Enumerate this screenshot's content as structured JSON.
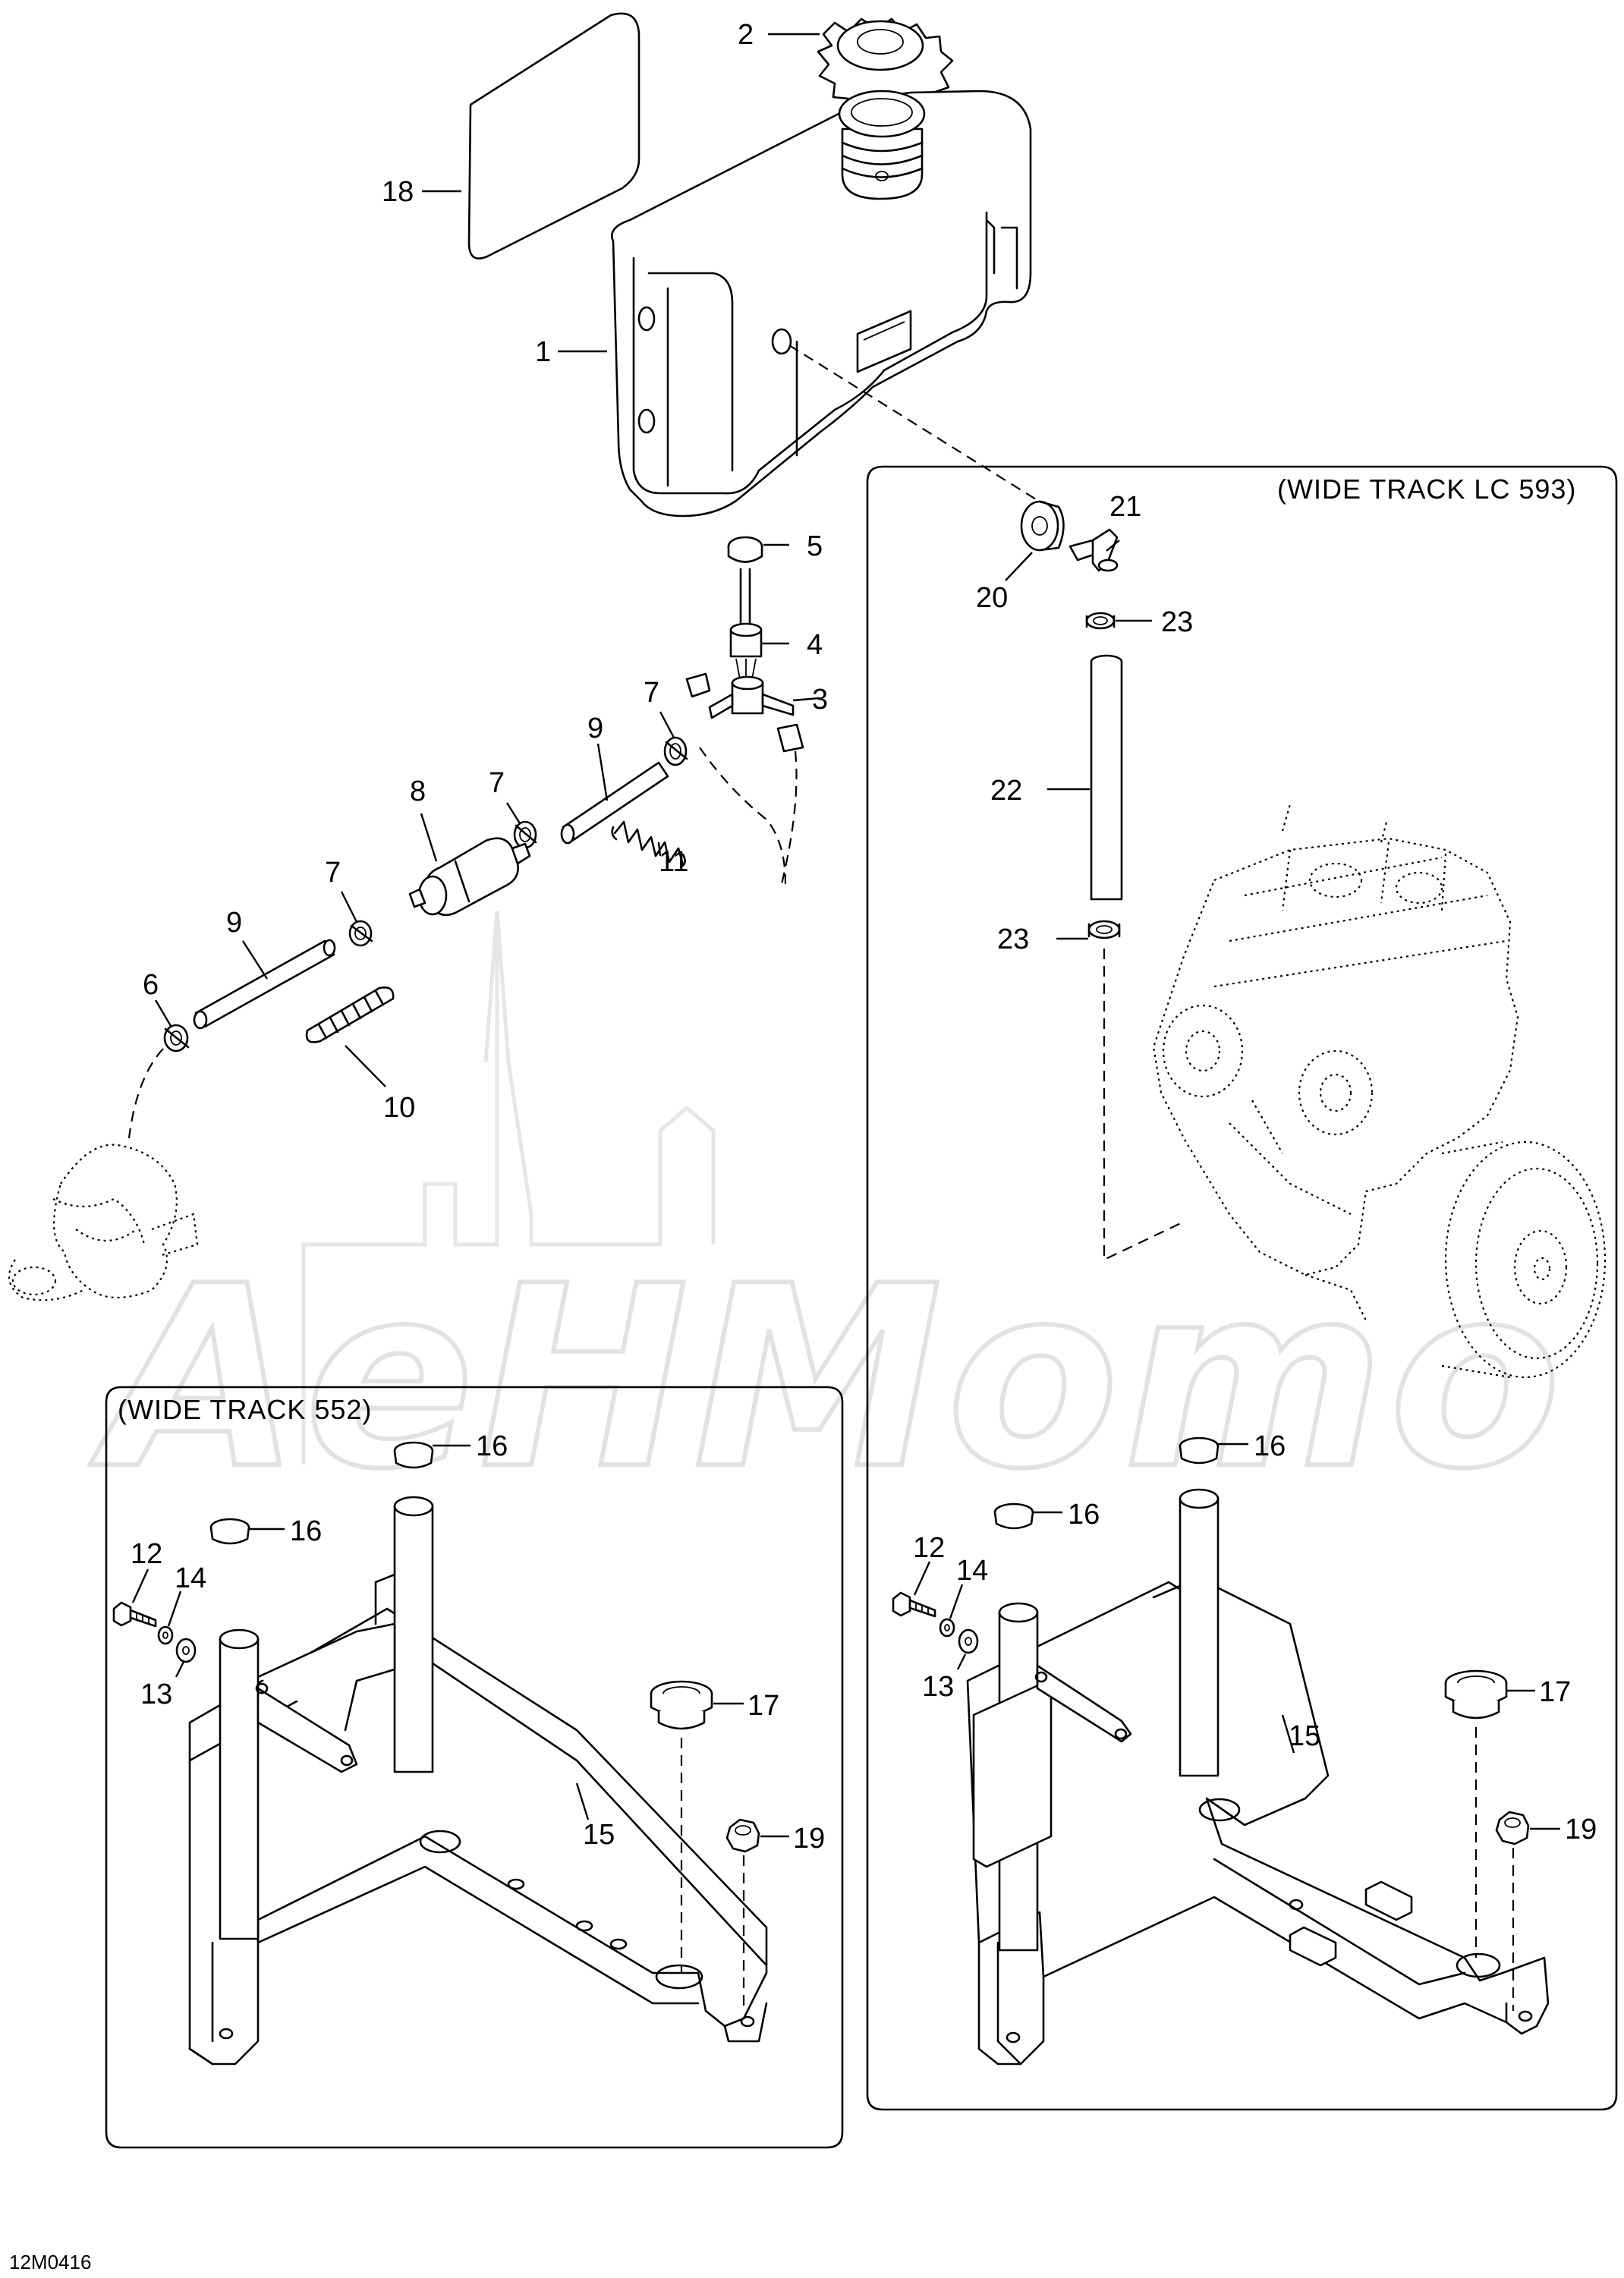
{
  "diagram": {
    "drawing_ref": "12M0416",
    "watermark": "AeHMomo",
    "panels": {
      "wide_track_552": "(WIDE TRACK 552)",
      "wide_track_lc_593": "(WIDE TRACK LC 593)"
    },
    "callouts": {
      "c1": "1",
      "c2": "2",
      "c3": "3",
      "c4": "4",
      "c5": "5",
      "c6": "6",
      "c7a": "7",
      "c7b": "7",
      "c7c": "7",
      "c8": "8",
      "c9a": "9",
      "c9b": "9",
      "c10": "10",
      "c11": "11",
      "c12a": "12",
      "c13a": "13",
      "c14a": "14",
      "c15a": "15",
      "c16a": "16",
      "c16b": "16",
      "c17a": "17",
      "c19a": "19",
      "c12b": "12",
      "c13b": "13",
      "c14b": "14",
      "c15b": "15",
      "c16c": "16",
      "c16d": "16",
      "c17b": "17",
      "c19b": "19",
      "c18": "18",
      "c20": "20",
      "c21": "21",
      "c22": "22",
      "c23a": "23",
      "c23b": "23"
    }
  }
}
